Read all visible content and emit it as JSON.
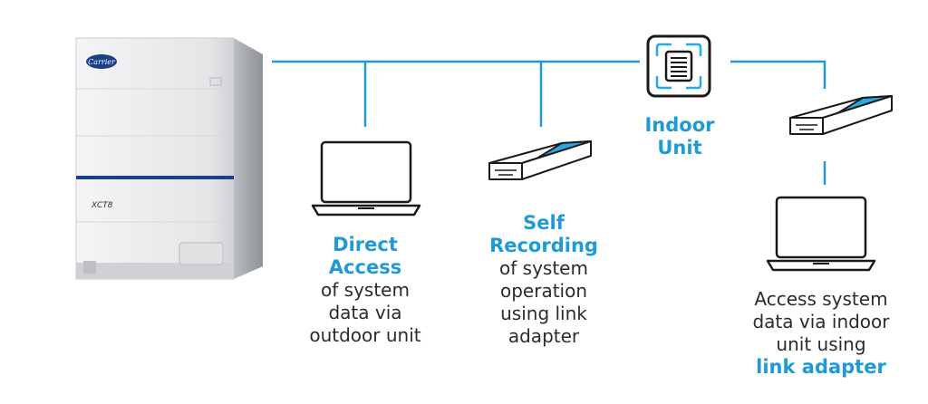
{
  "colors": {
    "accent": "#1f9ad6",
    "text": "#2b2b2b",
    "line": "#1f9ad6",
    "unit_body": "#e7e8ea"
  },
  "outdoor_unit": {
    "brand": "Carrier",
    "model": "XCT8"
  },
  "indoor_unit": {
    "line1": "Indoor",
    "line2": "Unit",
    "icon": "indoor-unit-icon"
  },
  "direct_access": {
    "title1": "Direct",
    "title2": "Access",
    "line1": "of system",
    "line2": "data via",
    "line3": "outdoor unit",
    "icon": "laptop-icon"
  },
  "self_recording": {
    "title1": "Self",
    "title2": "Recording",
    "line1": "of system",
    "line2": "operation",
    "line3": "using link",
    "line4": "adapter",
    "icon": "link-adapter-icon"
  },
  "indoor_access": {
    "line1": "Access system",
    "line2": "data via indoor",
    "line3": "unit using",
    "highlight": "link adapter",
    "adapter_icon": "link-adapter-icon",
    "laptop_icon": "laptop-icon"
  }
}
